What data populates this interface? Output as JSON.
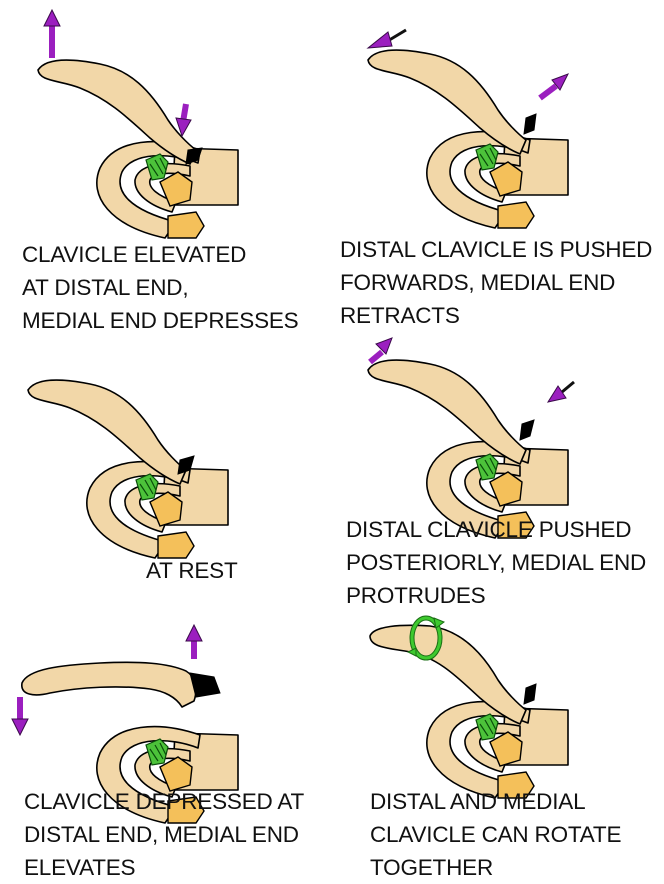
{
  "colors": {
    "bone": "#f2d7a8",
    "bone_outline": "#000000",
    "cartilage": "#f4c05a",
    "ligament": "#4cc23a",
    "joint": "#000000",
    "move_arrow": "#9b1fbf",
    "rotate_arrow": "#3ec92f",
    "text": "#111111"
  },
  "panels": [
    {
      "id": "elevated",
      "caption": [
        "CLAVICLE ELEVATED",
        "AT DISTAL END,",
        "MEDIAL END DEPRESSES"
      ],
      "arrows": [
        {
          "icon": "up-arrow-icon",
          "direction": "up",
          "meaning": "distal end"
        },
        {
          "icon": "down-arrow-icon",
          "direction": "down",
          "meaning": "medial end"
        }
      ]
    },
    {
      "id": "forwards",
      "caption": [
        "DISTAL CLAVICLE IS PUSHED",
        "FORWARDS, MEDIAL END",
        "RETRACTS"
      ],
      "arrows": [
        {
          "icon": "forward-arrow-icon",
          "direction": "forward",
          "meaning": "distal end"
        },
        {
          "icon": "retract-arrow-icon",
          "direction": "back",
          "meaning": "medial end"
        }
      ]
    },
    {
      "id": "rest",
      "caption": [
        "AT REST"
      ],
      "arrows": []
    },
    {
      "id": "posterior",
      "caption": [
        "DISTAL CLAVICLE PUSHED",
        "POSTERIORLY, MEDIAL END",
        "PROTRUDES"
      ],
      "arrows": [
        {
          "icon": "posterior-arrow-icon",
          "direction": "back",
          "meaning": "distal end"
        },
        {
          "icon": "protrude-arrow-icon",
          "direction": "forward",
          "meaning": "medial end"
        }
      ]
    },
    {
      "id": "depressed",
      "caption": [
        "CLAVICLE DEPRESSED AT",
        "DISTAL END, MEDIAL END",
        "ELEVATES"
      ],
      "arrows": [
        {
          "icon": "down-arrow-icon",
          "direction": "down",
          "meaning": "distal end"
        },
        {
          "icon": "up-arrow-icon",
          "direction": "up",
          "meaning": "medial end"
        }
      ]
    },
    {
      "id": "rotate",
      "caption": [
        "DISTAL AND MEDIAL",
        "CLAVICLE CAN ROTATE",
        "TOGETHER"
      ],
      "arrows": [
        {
          "icon": "rotation-arrow-icon",
          "direction": "rotate",
          "meaning": "whole clavicle"
        }
      ]
    }
  ]
}
